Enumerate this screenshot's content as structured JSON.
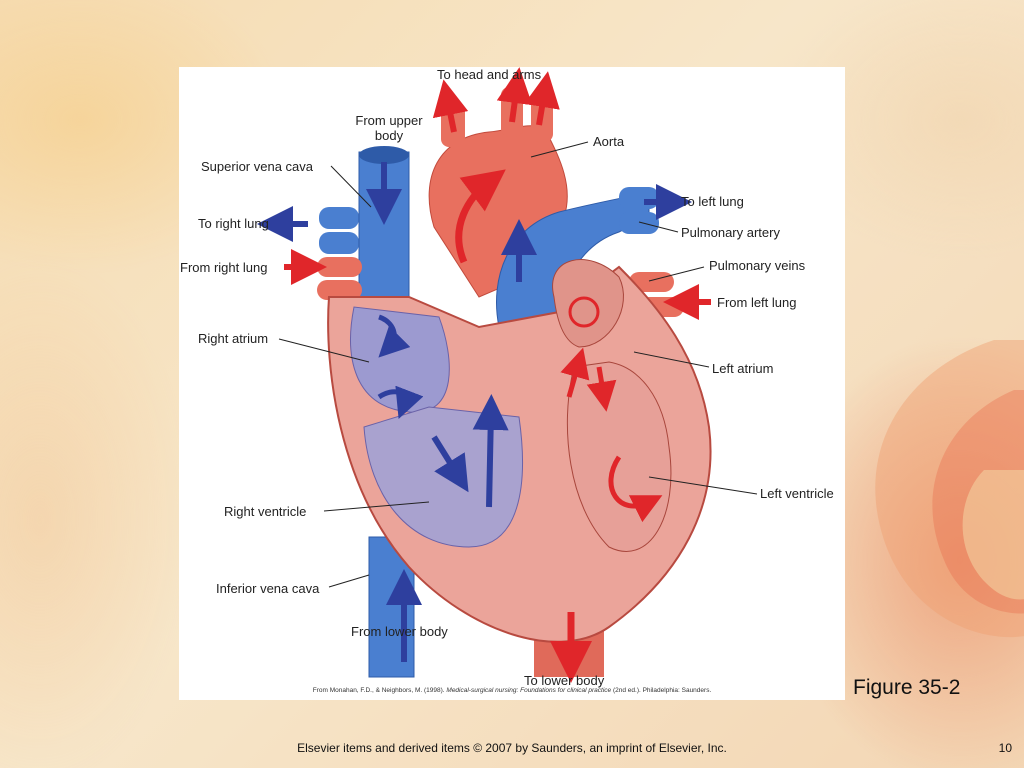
{
  "slide": {
    "figure_caption": "Figure 35-2",
    "footer_text": "Elsevier items and derived items © 2007 by Saunders, an imprint of Elsevier, Inc.",
    "page_number": "10"
  },
  "diagram": {
    "labels": {
      "head_arms": "To head and arms",
      "upper_body_1": "From upper",
      "upper_body_2": "body",
      "aorta": "Aorta",
      "superior_vena_cava": "Superior vena cava",
      "to_left_lung": "To left lung",
      "to_right_lung": "To right lung",
      "pulmonary_artery": "Pulmonary artery",
      "from_right_lung": "From right lung",
      "pulmonary_veins": "Pulmonary veins",
      "from_left_lung": "From left lung",
      "right_atrium": "Right atrium",
      "left_atrium": "Left atrium",
      "left_ventricle": "Left ventricle",
      "right_ventricle": "Right ventricle",
      "inferior_vena_cava": "Inferior vena cava",
      "from_lower_body": "From lower body",
      "to_lower_body": "To lower body"
    },
    "credit": {
      "prefix": "From Monahan, F.D., & Neighbors, M. (1998). ",
      "title": "Medical-surgical nursing: Foundations for clinical practice",
      "suffix": " (2nd ed.). Philadelphia: Saunders."
    },
    "colors": {
      "deoxygenated": "#3f6fc4",
      "oxygenated": "#e05a4e",
      "arrow_blue": "#2e3f9e",
      "arrow_red": "#e0262a",
      "muscle": "#e8958a"
    }
  }
}
